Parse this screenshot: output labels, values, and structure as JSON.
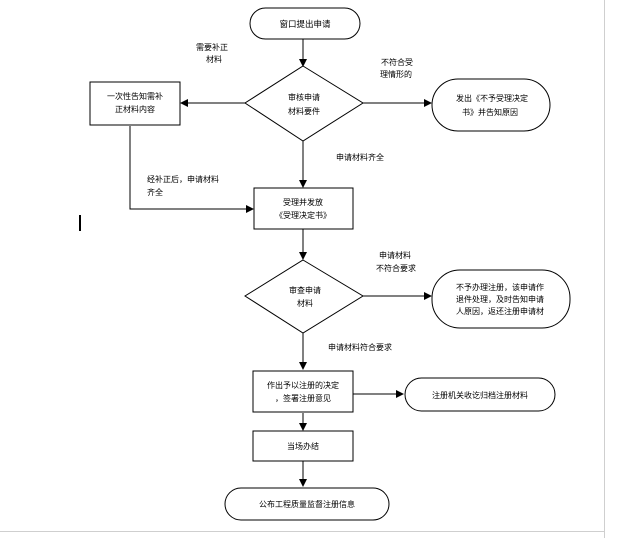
{
  "nodes": {
    "start": "窗口提出申请",
    "review": [
      "审核申请",
      "材料要件"
    ],
    "notify": [
      "一次性告知需补",
      "正材料内容"
    ],
    "reject": [
      "发出《不予受理决定",
      "书》并告知原因"
    ],
    "accept": [
      "受理并发放",
      "《受理决定书》"
    ],
    "examine": [
      "审查申请",
      "材料"
    ],
    "deny": [
      "不予办理注册，该申请作",
      "退件处理，及时告知申请",
      "人原因，返还注册申请材"
    ],
    "decide": [
      "作出予以注册的决定",
      "，签署注册意见"
    ],
    "archive": "注册机关收讫归档注册材料",
    "handle": "当场办结",
    "publish": "公布工程质量监督注册信息"
  },
  "labels": {
    "need_supplement": [
      "需要补正",
      "材料"
    ],
    "not_conform": [
      "不符合受",
      "理情形的"
    ],
    "complete": "申请材料齐全",
    "after_supplement": [
      "经补正后，申请材料",
      "齐全"
    ],
    "not_meet": [
      "申请材料",
      "不符合要求"
    ],
    "meet": "申请材料符合要求"
  }
}
